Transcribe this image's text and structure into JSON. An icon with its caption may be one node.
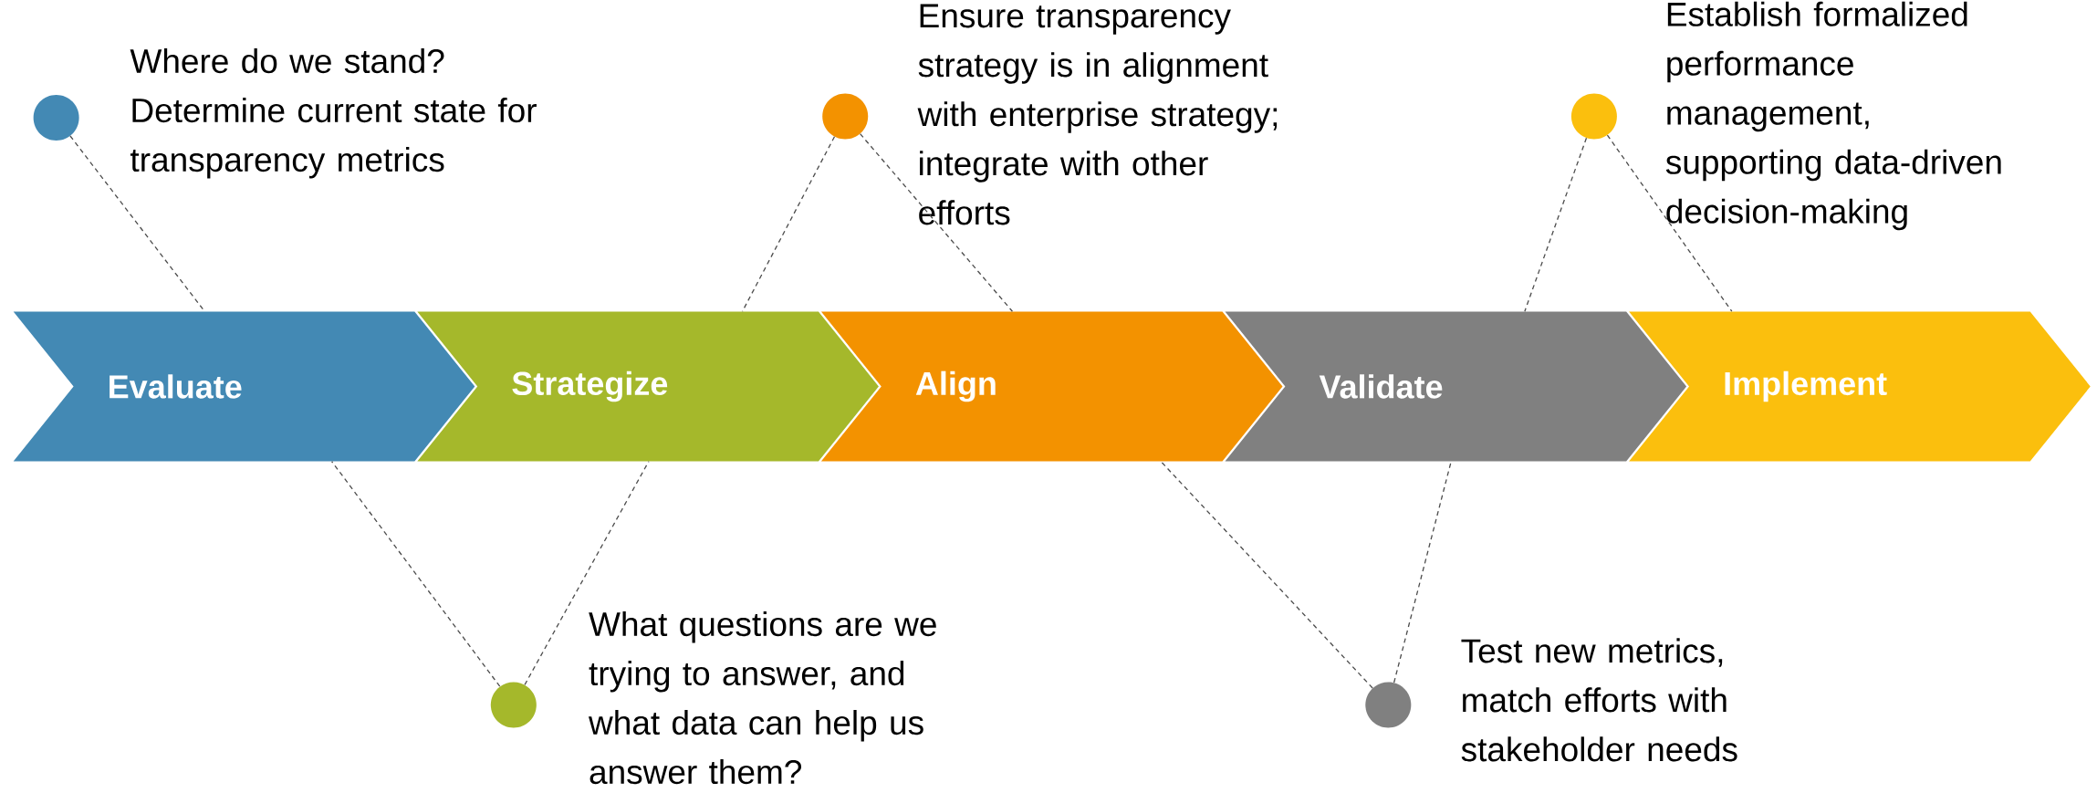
{
  "diagram": {
    "nodes": [
      {
        "text": [
          "Evaluate"
        ]
      },
      {
        "text": [
          "Strategize"
        ]
      },
      {
        "text": [
          "Align"
        ]
      },
      {
        "text": [
          "Validate"
        ]
      },
      {
        "text": [
          "Implement"
        ]
      },
      {
        "text": [],
        "shape": "circle",
        "beside": [
          "Where do we stand? Determine current state for transparency metrics"
        ]
      },
      {
        "text": [],
        "shape": "circle",
        "beside": [
          "What questions are we trying to answer, and what data can help us answer them?"
        ]
      },
      {
        "text": [],
        "shape": "circle",
        "beside": [
          "Ensure transparency strategy is in alignment with enterprise strategy; integrate with other efforts"
        ]
      },
      {
        "text": [],
        "shape": "circle",
        "beside": [
          "Test new metrics, match efforts with stakeholder needs"
        ]
      },
      {
        "text": [],
        "shape": "circle",
        "beside": [
          "Establish formalized performance management, supporting data-driven decision-making"
        ]
      }
    ],
    "edges": [
      {
        "from": 5,
        "to": 0,
        "arrow": "none",
        "style": "dashed"
      },
      {
        "from": 6,
        "to": 0,
        "arrow": "none",
        "style": "dashed"
      },
      {
        "from": 6,
        "to": 1,
        "arrow": "none",
        "style": "dashed"
      },
      {
        "from": 7,
        "to": 1,
        "arrow": "none",
        "style": "dashed"
      },
      {
        "from": 7,
        "to": 2,
        "arrow": "none",
        "style": "dashed"
      },
      {
        "from": 8,
        "to": 2,
        "arrow": "none",
        "style": "dashed"
      },
      {
        "from": 8,
        "to": 3,
        "arrow": "none",
        "style": "dashed"
      },
      {
        "from": 9,
        "to": 3,
        "arrow": "none",
        "style": "dashed"
      },
      {
        "from": 9,
        "to": 4,
        "arrow": "none",
        "style": "dashed"
      }
    ]
  }
}
